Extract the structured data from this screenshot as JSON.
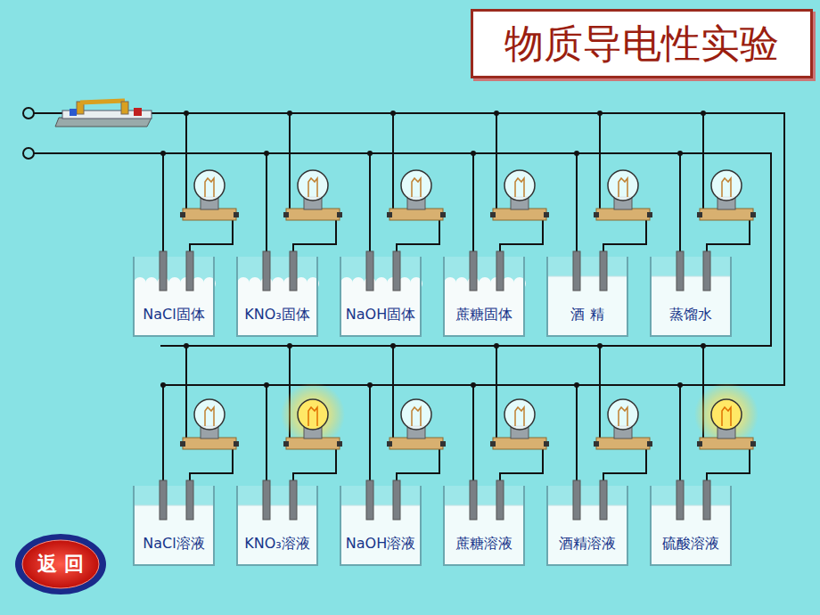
{
  "diagram": {
    "title": "物质导电性实验",
    "nodes": [
      {
        "text": [
          "NaCl固体"
        ]
      },
      {
        "text": [
          "KNO₃固体"
        ]
      },
      {
        "text": [
          "NaOH固体"
        ]
      },
      {
        "text": [
          "蔗糖固体"
        ]
      },
      {
        "text": [
          "酒 精"
        ]
      },
      {
        "text": [
          "蒸馏水"
        ]
      },
      {
        "text": [
          "NaCl溶液"
        ]
      },
      {
        "text": [
          "KNO₃溶液"
        ]
      },
      {
        "text": [
          "NaOH溶液"
        ]
      },
      {
        "text": [
          "蔗糖溶液"
        ]
      },
      {
        "text": [
          "酒精溶液"
        ]
      },
      {
        "text": [
          "硫酸溶液"
        ]
      },
      {
        "text": [
          "返 回"
        ]
      }
    ]
  }
}
